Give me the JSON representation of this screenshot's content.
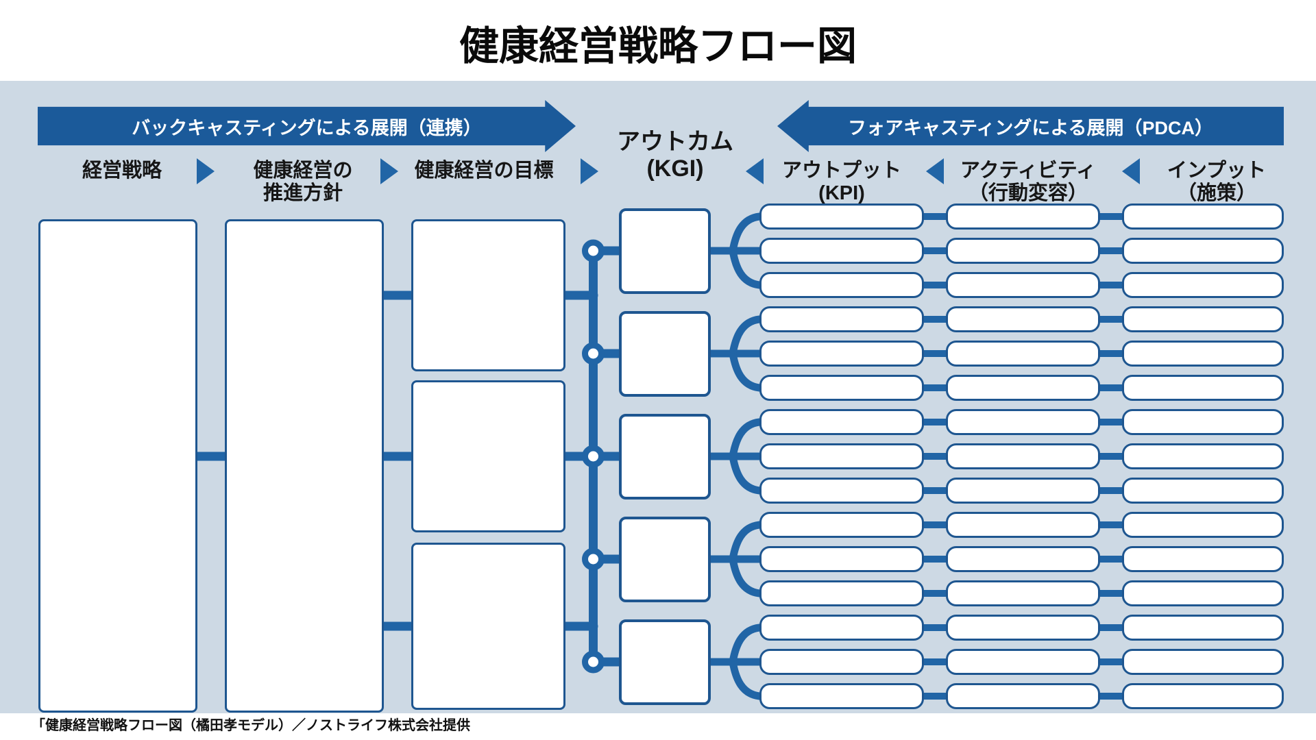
{
  "title": "健康経営戦略フロー図",
  "banners": {
    "backcasting": "バックキャスティングによる展開（連携）",
    "forecasting": "フォアキャスティングによる展開（PDCA）"
  },
  "columns": [
    {
      "lines": [
        "経営戦略"
      ]
    },
    {
      "lines": [
        "健康経営の",
        "推進方針"
      ]
    },
    {
      "lines": [
        "健康経営の目標"
      ]
    },
    {
      "lines": [
        "アウトカム",
        "(KGI)"
      ]
    },
    {
      "lines": [
        "アウトプット",
        "(KPI)"
      ]
    },
    {
      "lines": [
        "アクティビティ",
        "（行動変容）"
      ]
    },
    {
      "lines": [
        "インプット",
        "（施策）"
      ]
    }
  ],
  "structure": {
    "kgi_box_count": 5,
    "rows_per_kgi": 3,
    "goal_box_count": 3,
    "right_columns": [
      "kpi",
      "activity",
      "input"
    ]
  },
  "colors": {
    "panel_background": "#cdd9e4",
    "banner_blue": "#1b5a9a",
    "connector_blue": "#2165a6",
    "box_border_blue": "#1e5690",
    "box_fill": "#ffffff",
    "text_dark": "#111111"
  },
  "footer": "「健康経営戦略フロー図（橘田孝モデル）／ノストライフ株式会社提供"
}
